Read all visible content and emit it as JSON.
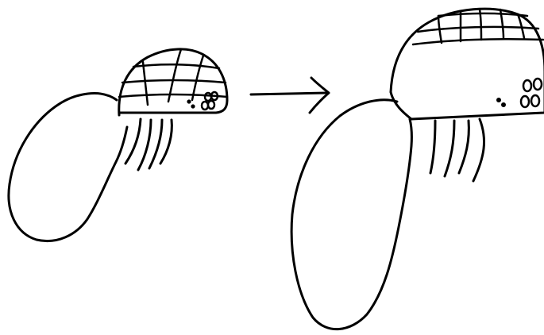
{
  "colors": {
    "ink": "#000000",
    "paper": "#ffffff"
  },
  "figures": [
    {
      "name": "small-creature",
      "stage": "before"
    },
    {
      "name": "large-creature",
      "stage": "after"
    }
  ],
  "connector": {
    "icon": "arrow-right-icon",
    "direction": "right"
  }
}
